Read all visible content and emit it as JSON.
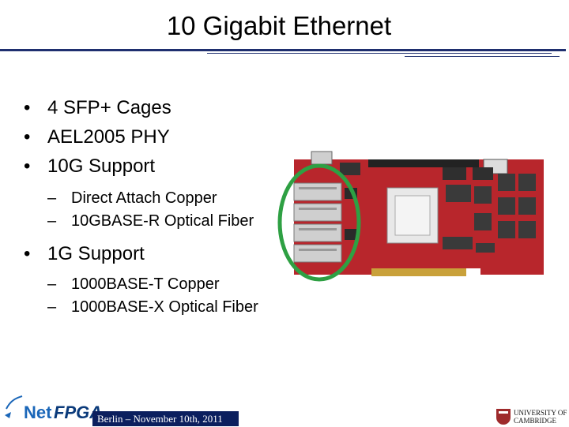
{
  "title": "10 Gigabit Ethernet",
  "bullets": [
    {
      "text": "4 SFP+ Cages"
    },
    {
      "text": "AEL2005 PHY"
    },
    {
      "text": "10G Support",
      "subs": [
        "Direct Attach Copper",
        "10GBASE-R Optical Fiber"
      ]
    },
    {
      "text": "1G Support",
      "subs": [
        "1000BASE-T Copper",
        "1000BASE-X Optical Fiber"
      ]
    }
  ],
  "bullet_glyph": "•",
  "dash_glyph": "–",
  "board_image": {
    "highlight_color": "#2ea043",
    "board_color": "#b8262c"
  },
  "footer": {
    "logo_net": "Net",
    "logo_fpga": "FPGA",
    "event": "Berlin – November 10th, 2011",
    "university_line1": "UNIVERSITY OF",
    "university_line2": "CAMBRIDGE"
  }
}
